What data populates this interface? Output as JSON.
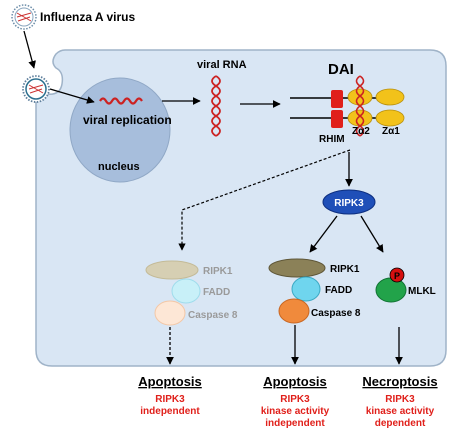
{
  "labels": {
    "virus": "Influenza A virus",
    "viral_replication": "viral replication",
    "nucleus": "nucleus",
    "viral_rna": "viral RNA",
    "dai": "DAI",
    "rhim": "RHIM",
    "za2": "Zα2",
    "za1": "Zα1",
    "ripk3": "RIPK3",
    "p": "P",
    "mlkl": "MLKL"
  },
  "left_complex": {
    "ripk1": "RIPK1",
    "fadd": "FADD",
    "caspase8": "Caspase 8"
  },
  "mid_complex": {
    "ripk1": "RIPK1",
    "fadd": "FADD",
    "caspase8": "Caspase 8"
  },
  "outcomes": [
    {
      "title": "Apoptosis",
      "line1": "RIPK3",
      "line2": "independent",
      "line3": ""
    },
    {
      "title": "Apoptosis",
      "line1": "RIPK3",
      "line2": "kinase activity",
      "line3": "independent"
    },
    {
      "title": "Necroptosis",
      "line1": "RIPK3",
      "line2": "kinase activity",
      "line3": "dependent"
    }
  ],
  "colors": {
    "cell_fill": "#d9e6f4",
    "cell_stroke": "#9fb3c8",
    "nucleus_fill": "#a7bedc",
    "rna": "#cc2222",
    "rhim": "#e0201b",
    "z_domain": "#f2c21a",
    "ripk3": "#1f4fb8",
    "ripk1_mid": "#8b8158",
    "fadd": "#6fd5ee",
    "caspase8": "#f08a3c",
    "mlkl": "#22a34a",
    "phospho": "#d51010",
    "outcome_red": "#e0201b"
  }
}
